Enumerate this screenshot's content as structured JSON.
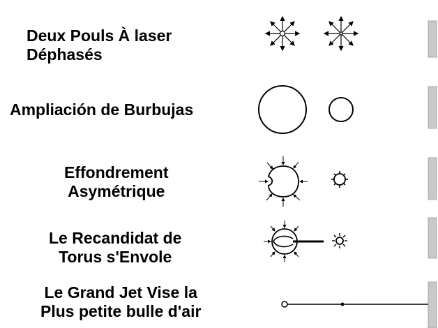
{
  "rows": [
    {
      "label": "Deux Pouls À laser\nDéphasés"
    },
    {
      "label": "Ampliación de Burbujas"
    },
    {
      "label": "Effondrement\nAsymétrique"
    },
    {
      "label": "Le Recandidat de\nTorus s'Envole"
    },
    {
      "label": "Le Grand Jet Vise la\nPlus petite bulle d'air"
    }
  ],
  "colors": {
    "ink": "#000000",
    "wall": "#c8c8c8",
    "background": "#ffffff"
  }
}
